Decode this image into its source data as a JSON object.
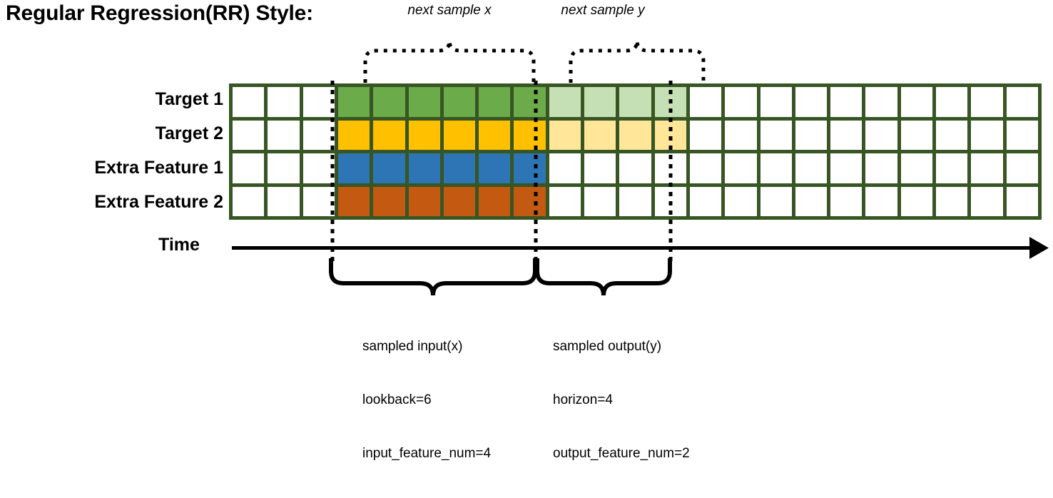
{
  "title": "Regular Regression(RR) Style:",
  "annotations": {
    "next_x": "next sample x",
    "next_y": "next sample y"
  },
  "rows": [
    {
      "label": "Target 1",
      "name": "target-1"
    },
    {
      "label": "Target 2",
      "name": "target-2"
    },
    {
      "label": "Extra Feature 1",
      "name": "extra-feature-1"
    },
    {
      "label": "Extra Feature 2",
      "name": "extra-feature-2"
    }
  ],
  "axis": {
    "label": "Time"
  },
  "captions": {
    "input": {
      "line1": "sampled input(x)",
      "line2": "lookback=6",
      "line3": "input_feature_num=4"
    },
    "output": {
      "line1": "sampled output(y)",
      "line2": "horizon=4",
      "line3": "output_feature_num=2"
    }
  },
  "grid": {
    "columns": 23,
    "rows": 4,
    "input_start_col": 3,
    "input_end_col": 9,
    "output_start_col": 9,
    "output_end_col": 13,
    "border_color": "#375623",
    "empty_color": "#ffffff",
    "fills": [
      {
        "row": 0,
        "color": "#6CAB4A",
        "faded": "#C5E0B4"
      },
      {
        "row": 1,
        "color": "#FFC000",
        "faded": "#FFE699"
      },
      {
        "row": 2,
        "color": "#2E75B6",
        "faded": null
      },
      {
        "row": 3,
        "color": "#C45911",
        "faded": null
      }
    ]
  },
  "colors": {
    "green": "#6CAB4A",
    "green_light": "#C5E0B4",
    "gold": "#FFC000",
    "gold_light": "#FFE699",
    "blue": "#2E75B6",
    "rust": "#C45911",
    "border": "#375623",
    "ink": "#000000"
  }
}
